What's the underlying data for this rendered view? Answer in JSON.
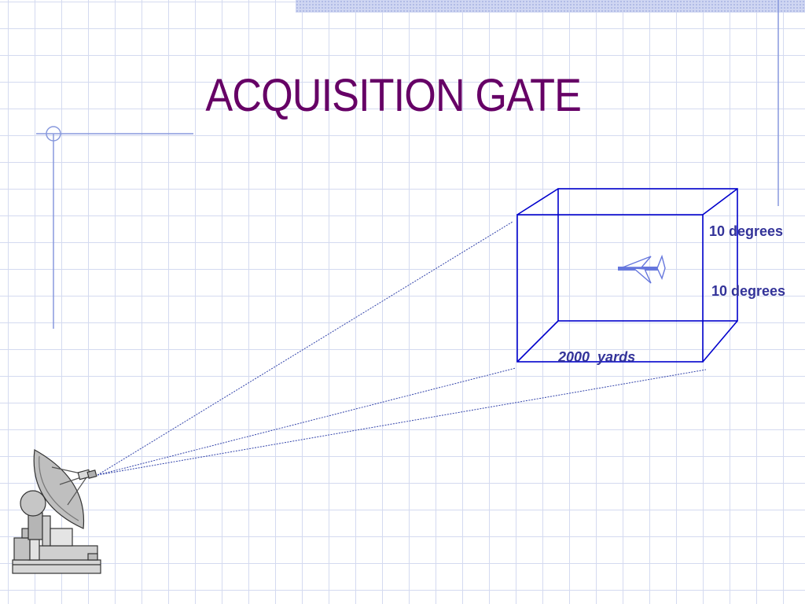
{
  "slide": {
    "title": "ACQUISITION GATE"
  },
  "diagram": {
    "labels": {
      "horizontal_angle": "10 degrees",
      "vertical_angle": "10 degrees",
      "range": "2000  yards"
    },
    "icons": [
      "radar-antenna-icon",
      "aircraft-target-icon"
    ]
  },
  "colors": {
    "title": "#660066",
    "box_line": "#0000cc",
    "label_text": "#333399",
    "grid": "#d4daf0",
    "beam_line": "#3344aa",
    "aircraft": "#6677dd"
  }
}
